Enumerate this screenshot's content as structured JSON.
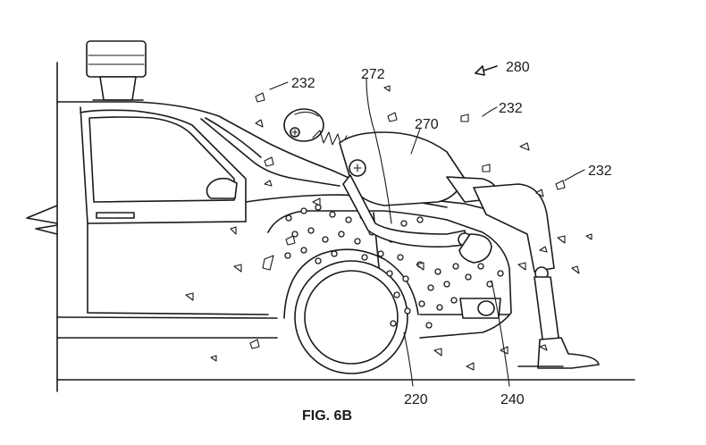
{
  "figure": {
    "caption": "FIG. 6B",
    "labels": {
      "ref_280": "280",
      "ref_272": "272",
      "ref_270": "270",
      "ref_232_a": "232",
      "ref_232_b": "232",
      "ref_232_c": "232",
      "ref_220": "220",
      "ref_240": "240"
    }
  }
}
